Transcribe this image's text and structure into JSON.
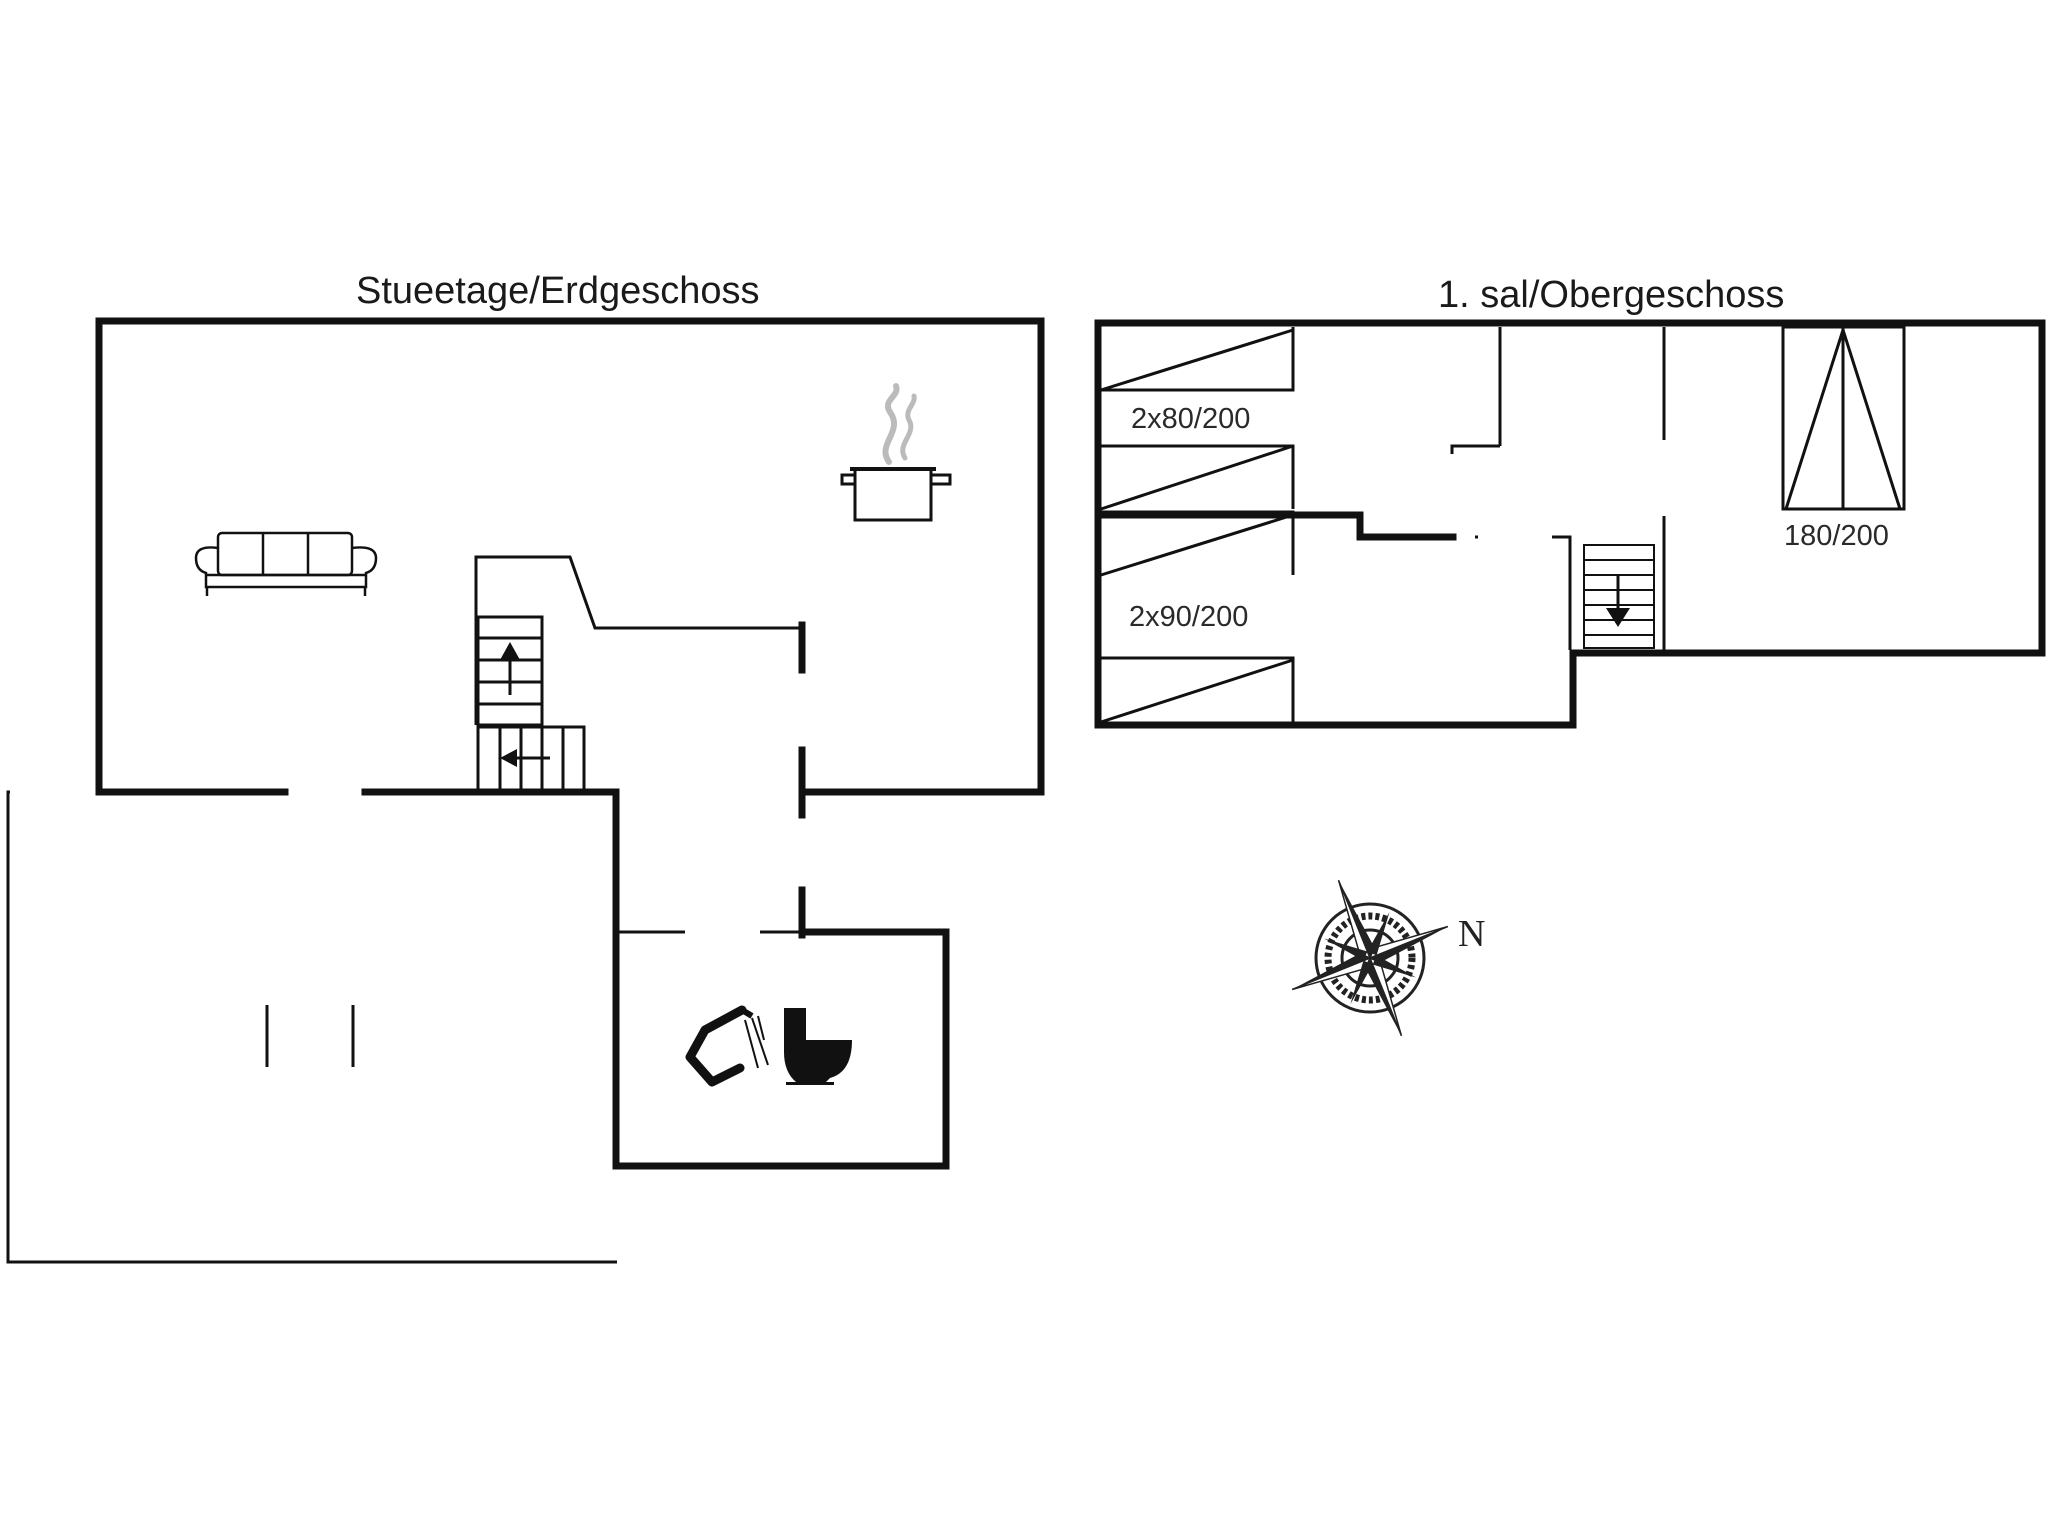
{
  "floors": {
    "ground": {
      "title": "Stueetage/Erdgeschoss"
    },
    "upper": {
      "title": "1. sal/Obergeschoss"
    }
  },
  "beds": {
    "bed_a": "2x80/200",
    "bed_b": "2x90/200",
    "bed_c": "180/200"
  },
  "compass": {
    "north_label": "N"
  },
  "icons": {
    "sofa": "sofa-icon",
    "cooking_pot": "cooking-pot-icon",
    "shower": "shower-icon",
    "toilet": "toilet-icon",
    "stairs_up": "stairs-up-arrow-icon",
    "stairs_down": "stairs-down-arrow-icon",
    "compass_rose": "compass-rose-icon"
  },
  "colors": {
    "wall": "#111111",
    "smoke": "#bbbbbb"
  }
}
